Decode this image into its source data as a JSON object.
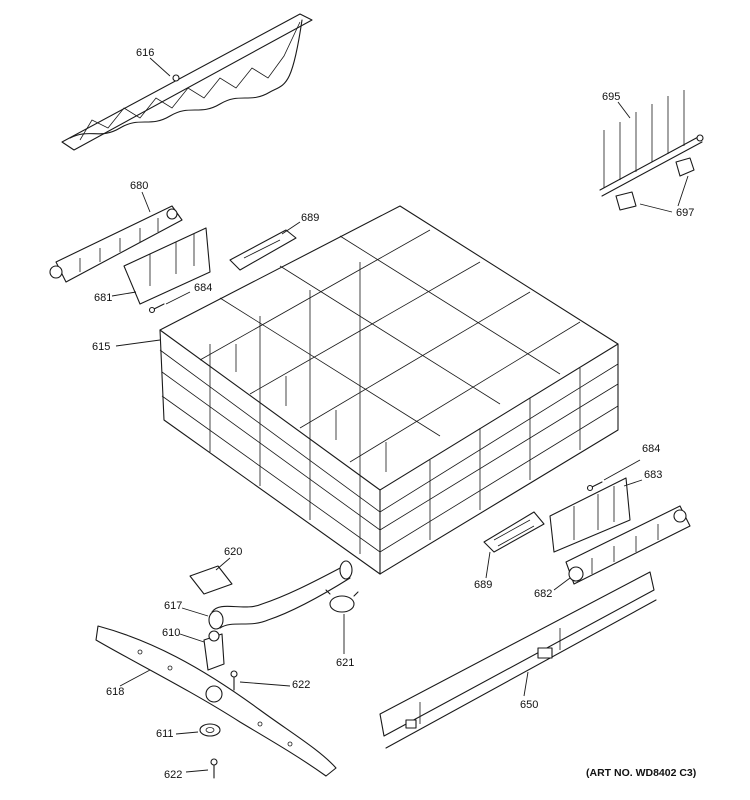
{
  "diagram": {
    "art_number": "(ART NO. WD8402 C3)",
    "callouts": {
      "p616": "616",
      "p695": "695",
      "p697": "697",
      "p680": "680",
      "p689a": "689",
      "p681": "681",
      "p684a": "684",
      "p615": "615",
      "p684b": "684",
      "p683": "683",
      "p689b": "689",
      "p682": "682",
      "p620": "620",
      "p617": "617",
      "p610": "610",
      "p621": "621",
      "p622a": "622",
      "p618": "618",
      "p650": "650",
      "p611": "611",
      "p622b": "622"
    }
  }
}
